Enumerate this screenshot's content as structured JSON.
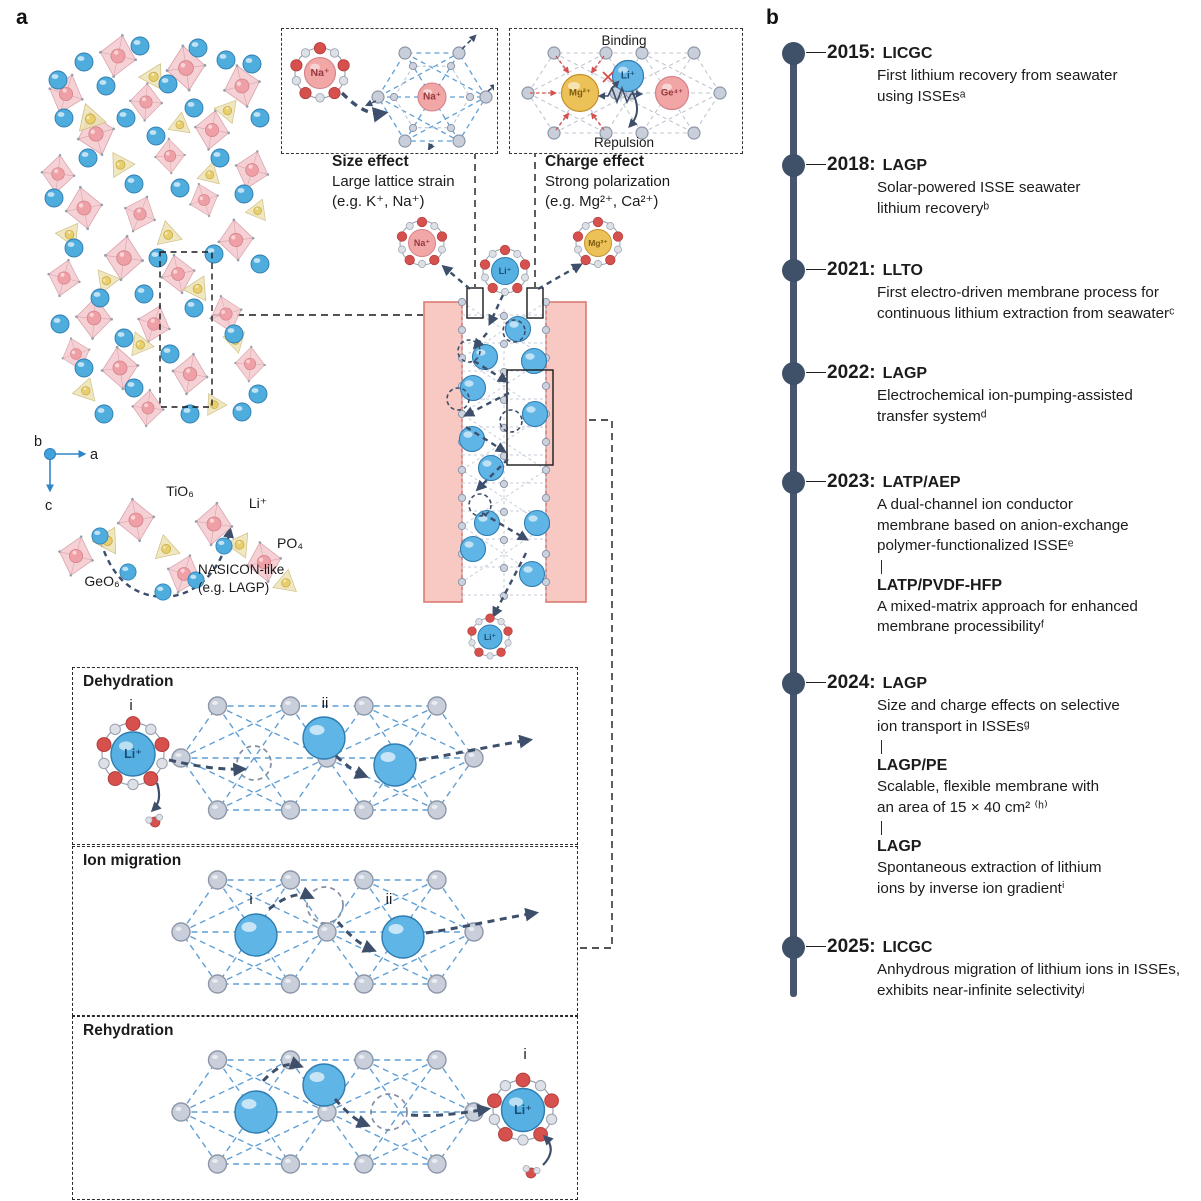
{
  "figure": {
    "panel_a_label": "a",
    "panel_b_label": "b"
  },
  "colors": {
    "timeline_slate": "#47566e",
    "membrane_pink": "#f8c8c2",
    "membrane_border": "#d97b72",
    "lithium_blue": "#5cb2e4",
    "sodium_pink": "#f2a7a7",
    "magnesium_gold": "#ecc258",
    "lattice_blue_dash": "#5f9fd6",
    "arrow_navy": "#3d4f6b",
    "water_red": "#d6504e"
  },
  "size_effect": {
    "title": "Size effect",
    "subtitle_line1": "Large lattice strain",
    "subtitle_line2": "(e.g. K⁺, Na⁺)",
    "hydrated_ion_label": "Na⁺",
    "lattice_ion_label": "Na⁺"
  },
  "charge_effect": {
    "title": "Charge effect",
    "subtitle_line1": "Strong polarization",
    "subtitle_line2": "(e.g. Mg²⁺, Ca²⁺)",
    "binding_label": "Binding",
    "repulsion_label": "Repulsion",
    "mg_label": "Mg²⁺",
    "li_label": "Li⁺",
    "ge_label": "Ge⁴⁺"
  },
  "crystal": {
    "axis_a": "a",
    "axis_b": "b",
    "axis_c": "c",
    "tio6_label": "TiO₆",
    "li_label": "Li⁺",
    "po4_label": "PO₄",
    "geo6_label": "GeO₆",
    "nasicon_line1": "NASICON-like",
    "nasicon_line2": "(e.g. LAGP)"
  },
  "membrane": {
    "na_label": "Na⁺",
    "li_top_label": "Li⁺",
    "mg_label": "Mg²⁺",
    "li_bottom_label": "Li⁺"
  },
  "mechanisms": {
    "dehydration": {
      "title": "Dehydration",
      "step_i": "i",
      "step_ii": "ii",
      "ion_label": "Li⁺"
    },
    "ion_migration": {
      "title": "Ion migration",
      "step_i": "i",
      "step_ii": "ii"
    },
    "rehydration": {
      "title": "Rehydration",
      "step_i": "i",
      "ion_label": "Li⁺"
    }
  },
  "timeline": {
    "entries": [
      {
        "year": "2015:",
        "name": "LICGC",
        "desc": "First lithium recovery from seawater\nusing ISSEsᵃ"
      },
      {
        "year": "2018:",
        "name": "LAGP",
        "desc": "Solar-powered ISSE seawater\nlithium recoveryᵇ"
      },
      {
        "year": "2021:",
        "name": "LLTO",
        "desc": "First electro-driven membrane process for\ncontinuous lithium extraction from seawaterᶜ"
      },
      {
        "year": "2022:",
        "name": "LAGP",
        "desc": "Electrochemical ion-pumping-assisted\ntransfer systemᵈ"
      },
      {
        "year": "2023:",
        "name": "LATP/AEP",
        "desc": "A dual-channel ion conductor\nmembrane based on anion-exchange\npolymer-functionalized ISSEᵉ",
        "sub": [
          {
            "name": "LATP/PVDF-HFP",
            "desc": "A mixed-matrix approach for enhanced\nmembrane processibilityᶠ"
          }
        ]
      },
      {
        "year": "2024:",
        "name": "LAGP",
        "desc": "Size and charge effects on selective\nion transport in ISSEsᵍ",
        "sub": [
          {
            "name": "LAGP/PE",
            "desc": "Scalable, flexible membrane with\nan area of 15 × 40 cm² ⁽ʰ⁾"
          },
          {
            "name": "LAGP",
            "desc": "Spontaneous extraction of lithium\nions by inverse ion gradientⁱ"
          }
        ]
      },
      {
        "year": "2025:",
        "name": "LICGC",
        "desc": "Anhydrous migration of lithium ions in ISSEs,\nexhibits near-infinite selectivityʲ"
      }
    ]
  }
}
